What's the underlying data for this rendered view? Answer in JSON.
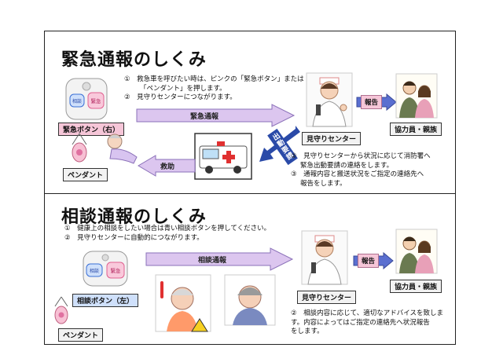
{
  "emergency": {
    "title": "緊急通報のしくみ",
    "steps": [
      "①　救急車を呼びたい時は、ピンクの「緊急ボタン」または",
      "「ペンダント」を押します。",
      "②　見守りセンターにつながります。"
    ],
    "steps_after": [
      "②　見守りセンターから状況に応じて消防署へ",
      "緊急出動要請の連絡をします。",
      "③　通報内容と搬送状況をご指定の連絡先へ",
      "報告をします。"
    ],
    "arrow_label": "緊急通報",
    "report_label": "報告",
    "dispatch_label": "出動要請",
    "rescue_label": "救助",
    "button_label": "緊急ボタン（右）",
    "pendant_label": "ペンダント",
    "center_label": "見守りセンター",
    "family_label": "協力員・親族",
    "device_left_btn": "相談",
    "device_right_btn": "緊急"
  },
  "consult": {
    "title": "相談通報のしくみ",
    "steps": [
      "①　健康上の相談をしたい場合は青い相談ボタンを押してください。",
      "②　見守りセンターに自動的につながります。"
    ],
    "steps_after": [
      "②　相談内容に応じて、適切なアドバイスを致しま",
      "す。内容によってはご指定の連絡先へ状況報告",
      "をします。"
    ],
    "arrow_label": "相談通報",
    "report_label": "報告",
    "button_label": "相談ボタン（左）",
    "pendant_label": "ペンダント",
    "center_label": "見守りセンター",
    "family_label": "協力員・親族",
    "device_left_btn": "相談",
    "device_right_btn": "緊急"
  },
  "colors": {
    "arrow_fill": "#dcc6ef",
    "arrow_stroke": "#8a70b8",
    "pink": "#f6c6d8",
    "blue_button": "#3a6fd6",
    "pink_button": "#ee7aa8"
  }
}
